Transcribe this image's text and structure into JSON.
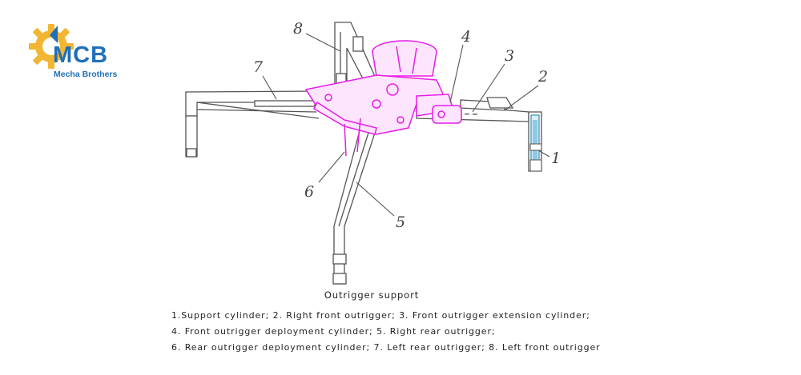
{
  "logo": {
    "text": "MCB",
    "subtitle": "Mecha Brothers"
  },
  "diagram": {
    "callouts": [
      "1",
      "2",
      "3",
      "4",
      "5",
      "6",
      "7",
      "8"
    ]
  },
  "caption": {
    "title": "Outrigger support",
    "lines": [
      "1.Support cylinder; 2. Right front outrigger; 3. Front outrigger extension cylinder;",
      "4. Front outrigger deployment cylinder; 5. Right rear outrigger;",
      "6. Rear outrigger deployment cylinder; 7. Left rear outrigger; 8. Left front outrigger"
    ]
  },
  "colors": {
    "brand_blue": "#1f6fb8",
    "gear_yellow": "#f2b632",
    "chassis_magenta": "#e81ce8",
    "line_gray": "#555555"
  }
}
